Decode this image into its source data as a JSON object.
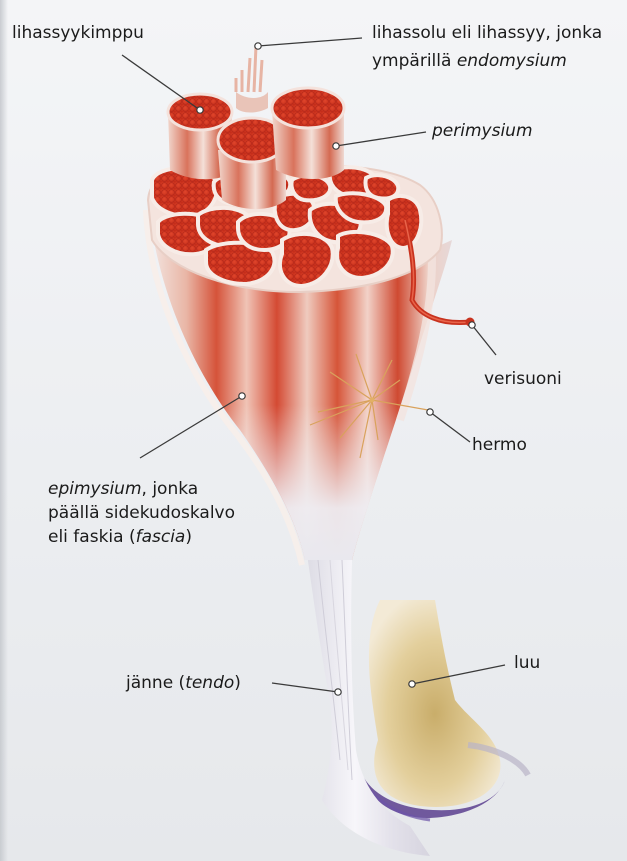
{
  "labels": {
    "fascicle": "lihassyykimppu",
    "fiber_line1": "lihassolu eli lihassyy, jonka",
    "fiber_line2a": "ympärillä ",
    "fiber_line2b": "endomysium",
    "perimysium": "perimysium",
    "vessel": "verisuoni",
    "nerve": "hermo",
    "epimysium_line1a": "epimysium",
    "epimysium_line1b": ", jonka",
    "epimysium_line2": "päällä sidekudoskalvo",
    "epimysium_line3a": "eli faskia (",
    "epimysium_line3b": "fascia",
    "epimysium_line3c": ")",
    "tendon_a": "jänne (",
    "tendon_b": "tendo",
    "tendon_c": ")",
    "bone": "luu"
  },
  "colors": {
    "muscle_red": "#d8361f",
    "muscle_dark": "#b8261a",
    "sheath": "#f6ece8",
    "tendon": "#e9e7ee",
    "bone": "#e8d6a4",
    "cartilage": "#6b4f9a",
    "leader": "#3a3a3a"
  }
}
